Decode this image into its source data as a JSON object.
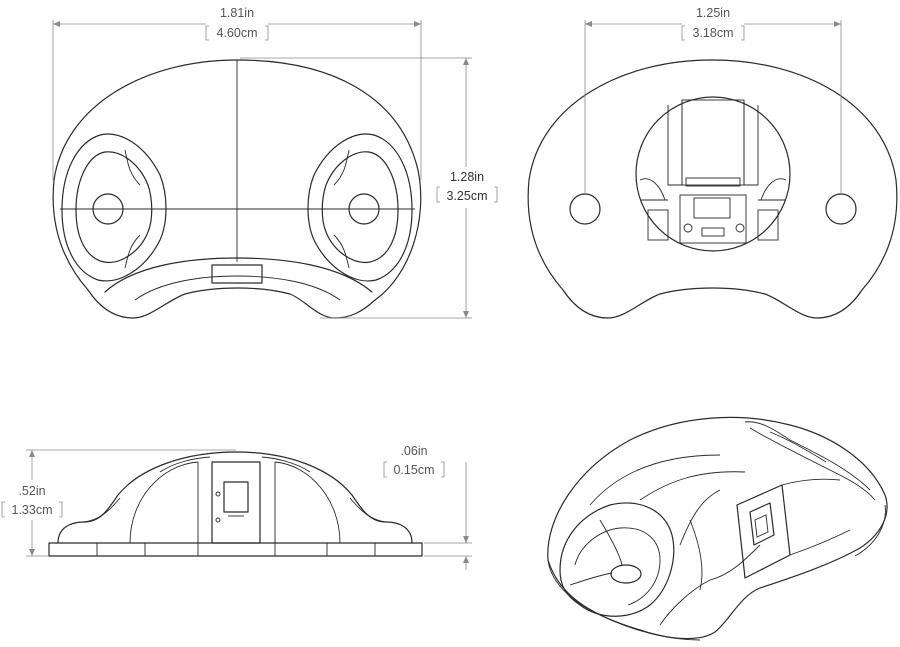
{
  "dimensions": {
    "top_width_in": "1.81in",
    "top_width_cm": "4.60cm",
    "height_in": "1.28in",
    "height_cm": "3.25cm",
    "rear_width_in": "1.25in",
    "rear_width_cm": "3.18cm",
    "side_height_in": ".52in",
    "side_height_cm": "1.33cm",
    "base_thickness_in": ".06in",
    "base_thickness_cm": "0.15cm"
  },
  "colors": {
    "line": "#2a2a2a",
    "dimension": "#8a8a8a",
    "text": "#555555"
  }
}
